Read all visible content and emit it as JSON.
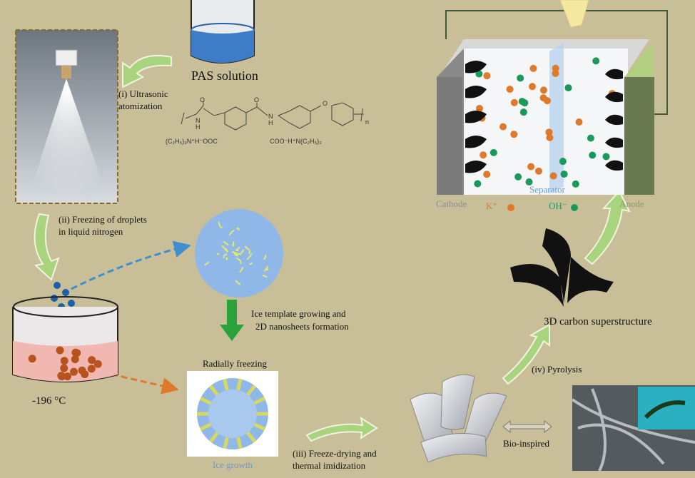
{
  "labels": {
    "pas_solution": "PAS solution",
    "step_i_line1": "(i) Ultrasonic",
    "step_i_line2": "atomization",
    "step_ii_line1": "(ii) Freezing of droplets",
    "step_ii_line2": "in liquid nitrogen",
    "temperature": "-196 °C",
    "ice_template_line1": "Ice template growing and",
    "ice_template_line2": "2D nanosheets formation",
    "radially_freezing": "Radially freezing",
    "ice_growth": "Ice growth",
    "step_iii_line1": "(iii) Freeze-drying and",
    "step_iii_line2": "thermal imidization",
    "step_iv": "(iv) Pyrolysis",
    "bio_inspired": "Bio-inspired",
    "carbon_superstructure": "3D carbon superstructure"
  },
  "formula": {
    "left_salt": "(C₂H₅)₃N⁺H⁻OOC",
    "right_salt": "COO⁻H⁺N(C₂H₅)₃",
    "nh": "N",
    "h": "H",
    "o": "O",
    "n_subscript": "n"
  },
  "battery": {
    "cathode": "Cathode",
    "anode": "Anode",
    "separator": "Separator",
    "k_ion": "K⁺",
    "oh_ion": "OH⁻"
  },
  "colors": {
    "background": "#c8bf98",
    "arrow_green": "#8fc46a",
    "k_ion": "#e07a2a",
    "oh_ion": "#1a9a5a",
    "ice_blue": "#8fb8e8",
    "separator_text": "#6a9ad0"
  }
}
